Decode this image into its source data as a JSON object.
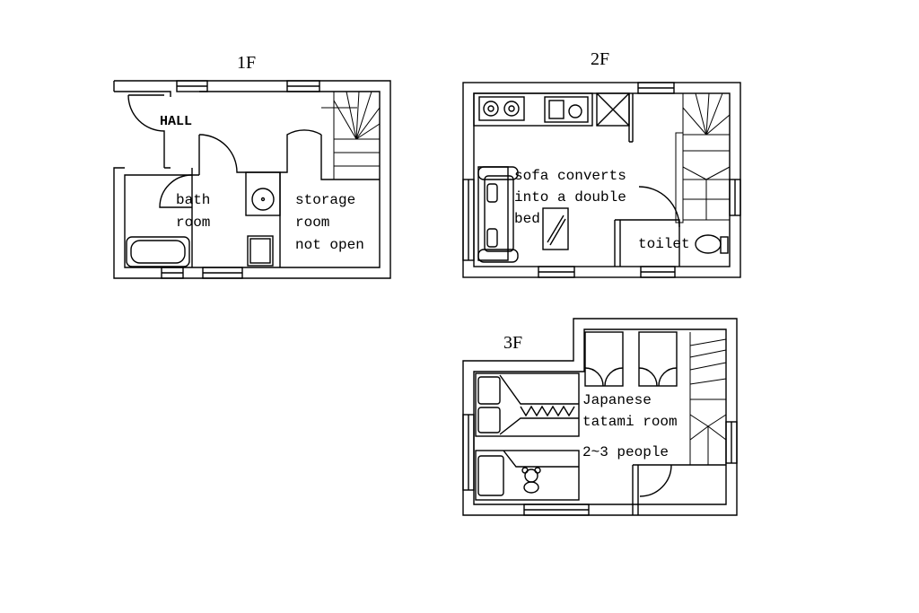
{
  "floors": {
    "f1": {
      "title": "1F",
      "hall": "HALL",
      "bath_line1": "bath",
      "bath_line2": "room",
      "storage_line1": "storage",
      "storage_line2": "room",
      "storage_line3": "not open"
    },
    "f2": {
      "title": "2F",
      "sofa_line1": "sofa converts",
      "sofa_line2": "into a double",
      "sofa_line3": "bed",
      "toilet": "toilet"
    },
    "f3": {
      "title": "3F",
      "room_line1": "Japanese",
      "room_line2": "tatami room",
      "room_line3": "2~3 people"
    }
  }
}
